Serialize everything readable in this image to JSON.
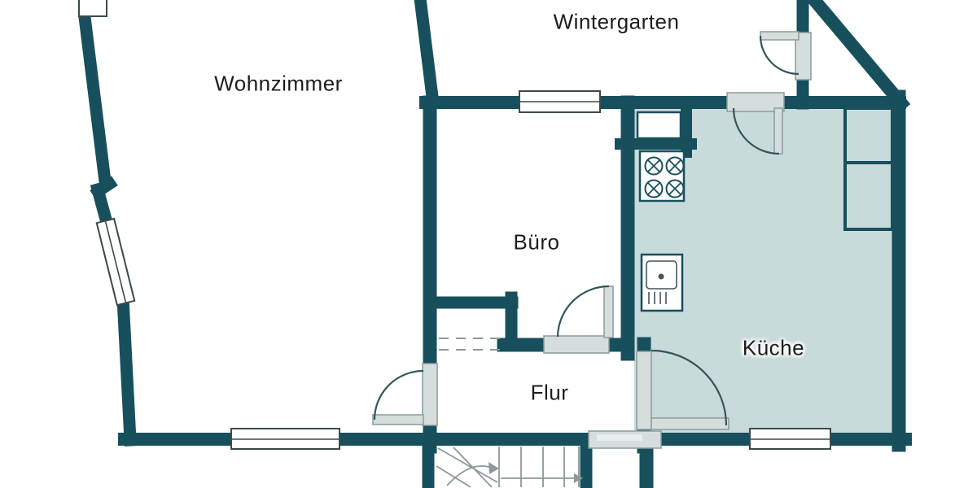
{
  "plan": {
    "title": "floor-plan",
    "rooms": [
      {
        "id": "wohnzimmer",
        "label": "Wohnzimmer"
      },
      {
        "id": "wintergarten",
        "label": "Wintergarten"
      },
      {
        "id": "buero",
        "label": "Büro"
      },
      {
        "id": "kueche",
        "label": "Küche"
      },
      {
        "id": "flur",
        "label": "Flur"
      }
    ],
    "fixtures": [
      "stove-burners-icon",
      "sink-icon",
      "kitchen-counter-icon",
      "staircase-icon",
      "door-swing-icon",
      "window-icon"
    ]
  },
  "colors": {
    "wall": "#17505c",
    "room": "#c9dadb",
    "door_fill": "#d5dedd",
    "door_border": "#8a9c9c",
    "line": "#8d9899",
    "win_border": "#3c4a4a",
    "text": "#1d1d1d",
    "bg": "#ffffff"
  }
}
